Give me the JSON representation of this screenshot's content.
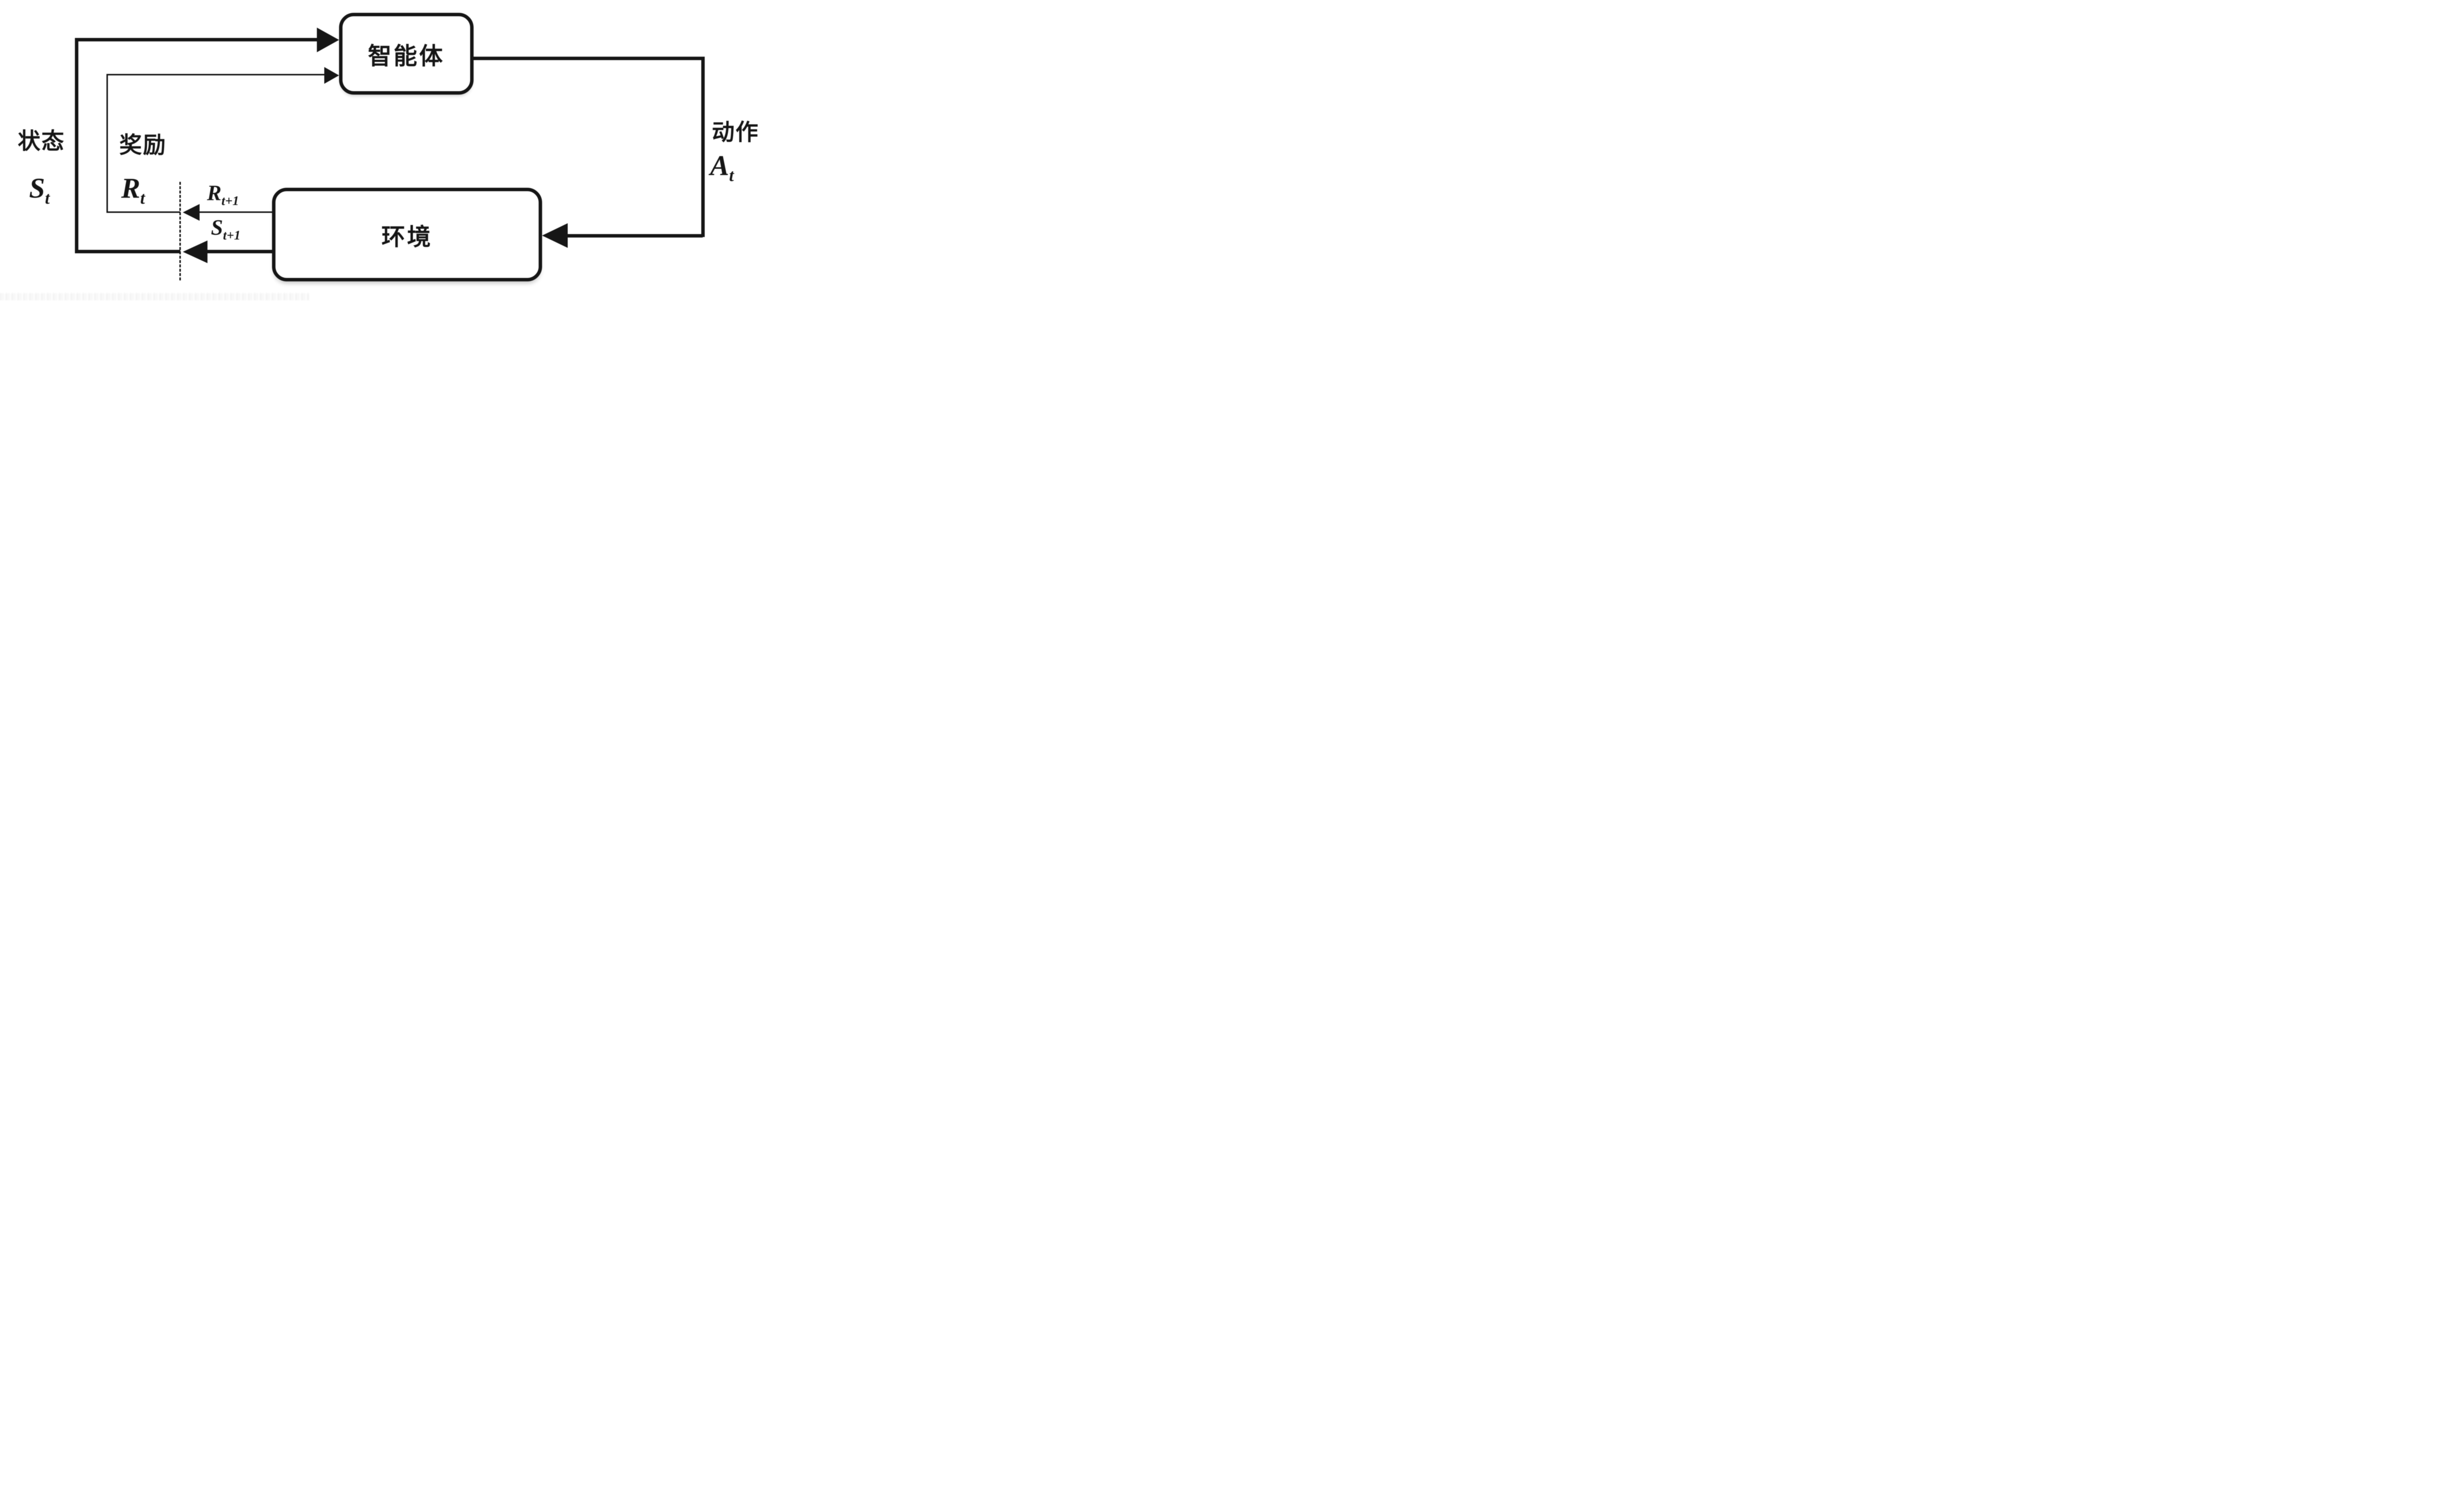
{
  "colors": {
    "line": "#161616",
    "background": "#ffffff"
  },
  "boxes": {
    "agent": {
      "label": "智能体"
    },
    "environment": {
      "label": "环境"
    }
  },
  "labels": {
    "state_cn": "状态",
    "state_symbol": {
      "main": "S",
      "sub": "t"
    },
    "reward_cn": "奖励",
    "reward_symbol": {
      "main": "R",
      "sub": "t"
    },
    "action_cn": "动作",
    "action_symbol": {
      "main": "A",
      "sub": "t"
    },
    "next_reward_symbol": {
      "main": "R",
      "sub": "t+1"
    },
    "next_state_symbol": {
      "main": "S",
      "sub": "t+1"
    }
  }
}
